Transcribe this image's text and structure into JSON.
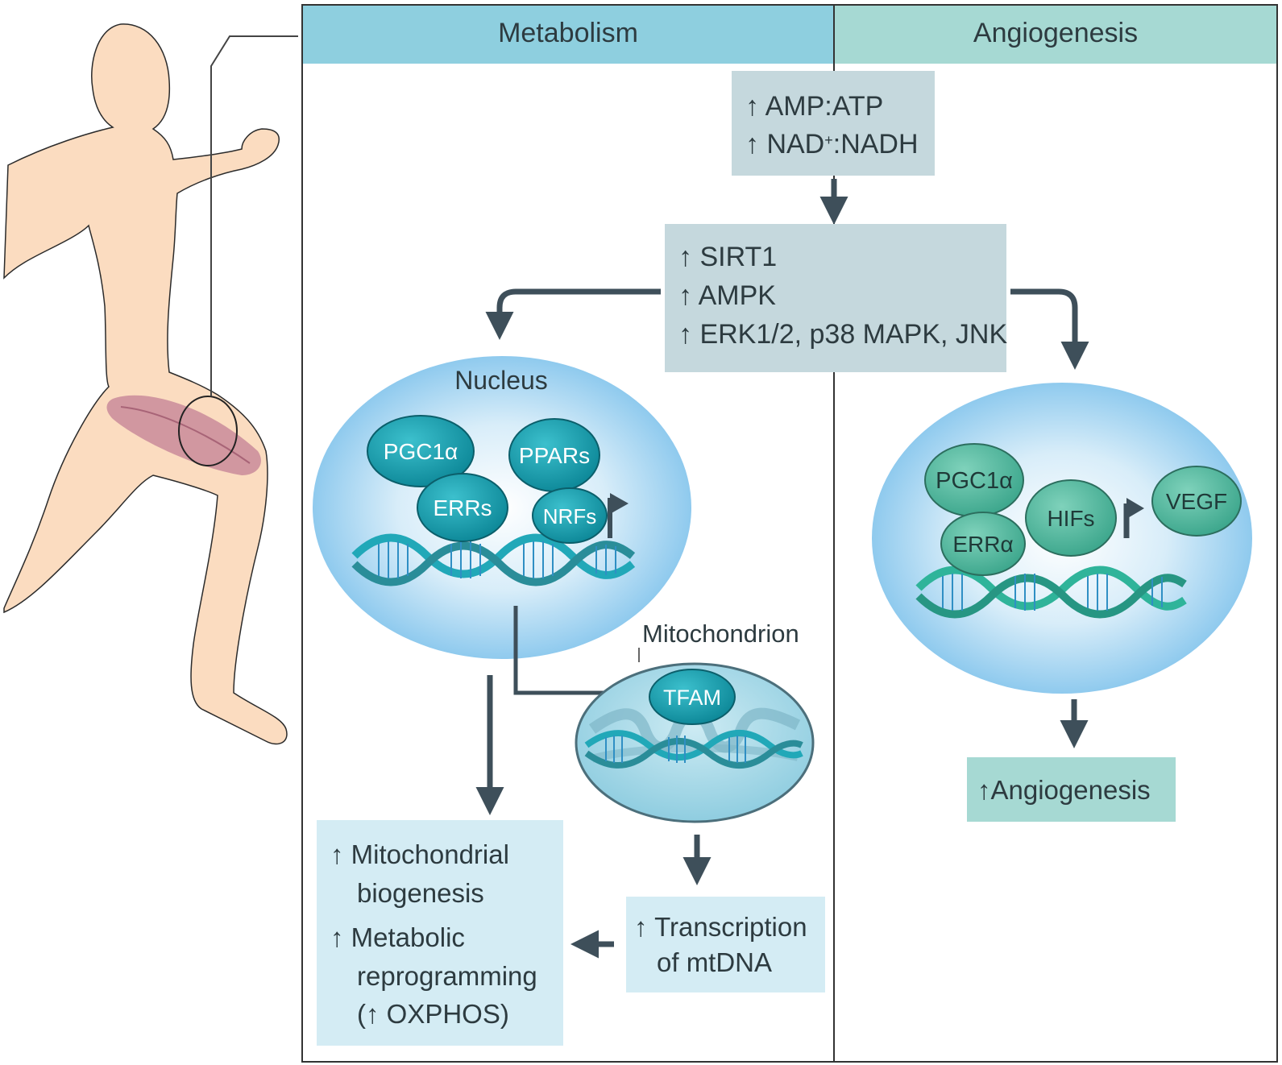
{
  "headers": {
    "metabolism": "Metabolism",
    "angiogenesis": "Angiogenesis"
  },
  "energy_box": {
    "line1": "↑ AMP:ATP",
    "line2_prefix": "↑ NAD",
    "line2_sup": "+",
    "line2_suffix": ":NADH"
  },
  "kinase_box": {
    "line1": "↑ SIRT1",
    "line2": "↑ AMPK",
    "line3": "↑ ERK1/2, p38 MAPK, JNK"
  },
  "nucleus": {
    "title": "Nucleus",
    "factors": {
      "pgc1a": "PGC1α",
      "pprs": "PPARs",
      "errs": "ERRs",
      "nrfs": "NRFs"
    }
  },
  "mitochondrion": {
    "title": "Mitochondrion",
    "factor": "TFAM"
  },
  "angio_nucleus": {
    "factors": {
      "pgc1a": "PGC1α",
      "erra": "ERRα",
      "hifs": "HIFs",
      "vegf": "VEGF"
    }
  },
  "outcomes": {
    "mito": {
      "line1": "↑ Mitochondrial",
      "line2": "biogenesis",
      "line3": "↑ Metabolic",
      "line4": "reprogramming",
      "line5": "(↑ OXPHOS)"
    },
    "transcription": {
      "line1": "↑ Transcription",
      "line2": "of mtDNA"
    },
    "angiogenesis": "↑Angiogenesis"
  },
  "colors": {
    "metabolism_header": "#8ecfdf",
    "angiogenesis_header": "#a6d9d3",
    "grey_box": "#c5d8dd",
    "light_box": "#d4ecf4",
    "angio_box": "#a6d9d3",
    "factor_teal": "#17a0b0",
    "factor_green": "#5fbfa5",
    "skin": "#fbdcc0",
    "muscle": "#c98b9a",
    "arrow": "#3e4f5a"
  }
}
